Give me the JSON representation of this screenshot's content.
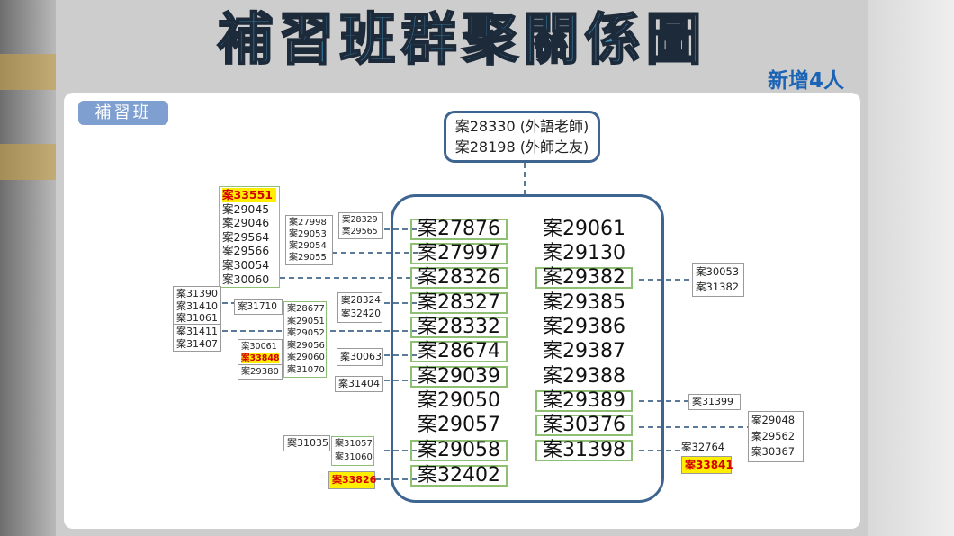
{
  "title": "補習班群聚關係圖",
  "badge": "新增4人",
  "tag": "補習班",
  "top_box": [
    "案28330 (外語老師)",
    "案28198 (外師之友)"
  ],
  "left_cases": [
    "案27876",
    "案27997",
    "案28326",
    "案28327",
    "案28332",
    "案28674",
    "案29039",
    "案29050",
    "案29057",
    "案29058",
    "案32402"
  ],
  "right_cases": [
    "案29061",
    "案29130",
    "案29382",
    "案29385",
    "案29386",
    "案29387",
    "案29388",
    "案29389",
    "案30376",
    "案31398"
  ],
  "far_left_list": [
    "案33551",
    "案29045",
    "案29046",
    "案29564",
    "案29566",
    "案30054",
    "案30060"
  ],
  "list_27998": [
    "案27998",
    "案29053",
    "案29054",
    "案29055"
  ],
  "list_28329": [
    "案28329",
    "案29565"
  ],
  "list_31390": [
    "案31390",
    "案31410",
    "案31061"
  ],
  "list_31411": [
    "案31411",
    "案31407"
  ],
  "sub_31710": "案31710",
  "list_28677": [
    "案28677",
    "案29051",
    "案29052",
    "案29056",
    "案29060",
    "案31070"
  ],
  "list_30061": [
    "案30061",
    "案33848"
  ],
  "sub_29380": "案29380",
  "list_28324": [
    "案28324",
    "案32420"
  ],
  "sub_30063": "案30063",
  "sub_31404": "案31404",
  "sub_31035": "案31035",
  "list_31057": [
    "案31057",
    "案31060"
  ],
  "sub_33826": "案33826",
  "list_30053": [
    "案30053",
    "案31382"
  ],
  "sub_31399": "案31399",
  "list_29048": [
    "案29048",
    "案29562",
    "案30367"
  ],
  "sub_32764": "案32764",
  "sub_33841": "案33841",
  "colors": {
    "highlight_bg": "#ffee00",
    "highlight_text": "#d40000",
    "frame": "#3d6590",
    "green_border": "#8fbf73",
    "dash": "#5a7a9a",
    "title": "#3d8ab5",
    "badge": "#1b63b5"
  }
}
